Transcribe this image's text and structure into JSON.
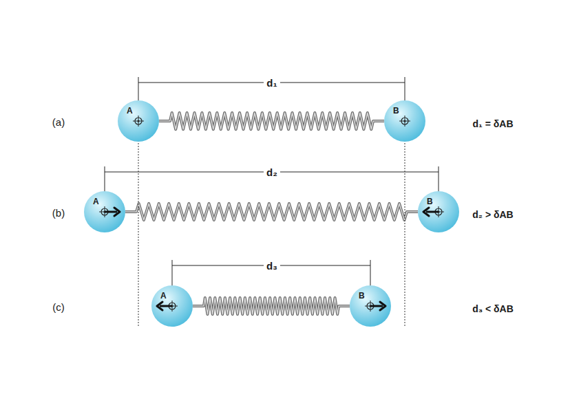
{
  "diagram": {
    "nodes": [
      {
        "text": [
          "A"
        ]
      },
      {
        "text": [
          "B"
        ]
      },
      {
        "text": [
          "A"
        ]
      },
      {
        "text": [
          "B"
        ]
      },
      {
        "text": [
          "A"
        ]
      },
      {
        "text": [
          "B"
        ]
      }
    ],
    "edges": [
      {
        "from": 0,
        "to": 1,
        "arrow": "none"
      },
      {
        "from": 2,
        "to": 3,
        "arrow": "none"
      },
      {
        "from": 4,
        "to": 5,
        "arrow": "none"
      }
    ],
    "labels": [
      "(a)",
      "d₁",
      "d₁ = δAB",
      "(b)",
      "d₂",
      "d₂ > δAB",
      "(c)",
      "d₃",
      "d₃ < δAB"
    ]
  }
}
